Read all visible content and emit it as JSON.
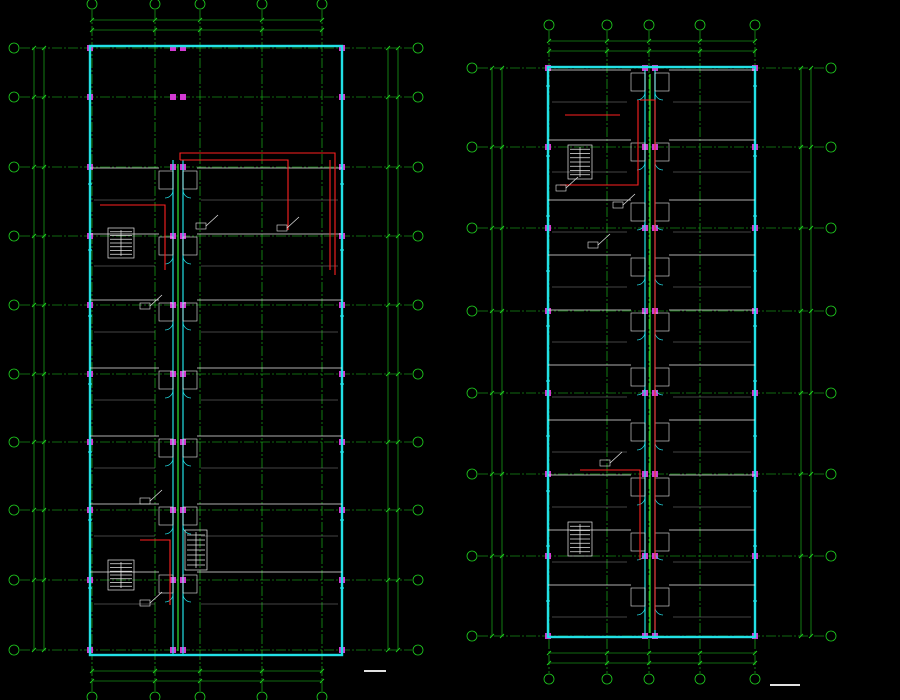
{
  "drawing": {
    "background": "#000000",
    "colors": {
      "grid": "#1fd01f",
      "wall": "#22e0e6",
      "room_lines": "#e8e8e8",
      "fire_pipe": "#ff2020",
      "riser": "#38ff38",
      "columns": "#d23ad2"
    },
    "icons": [
      "grid-axis-bubble",
      "stair-symbol",
      "door-swing",
      "hydrant-box"
    ]
  }
}
